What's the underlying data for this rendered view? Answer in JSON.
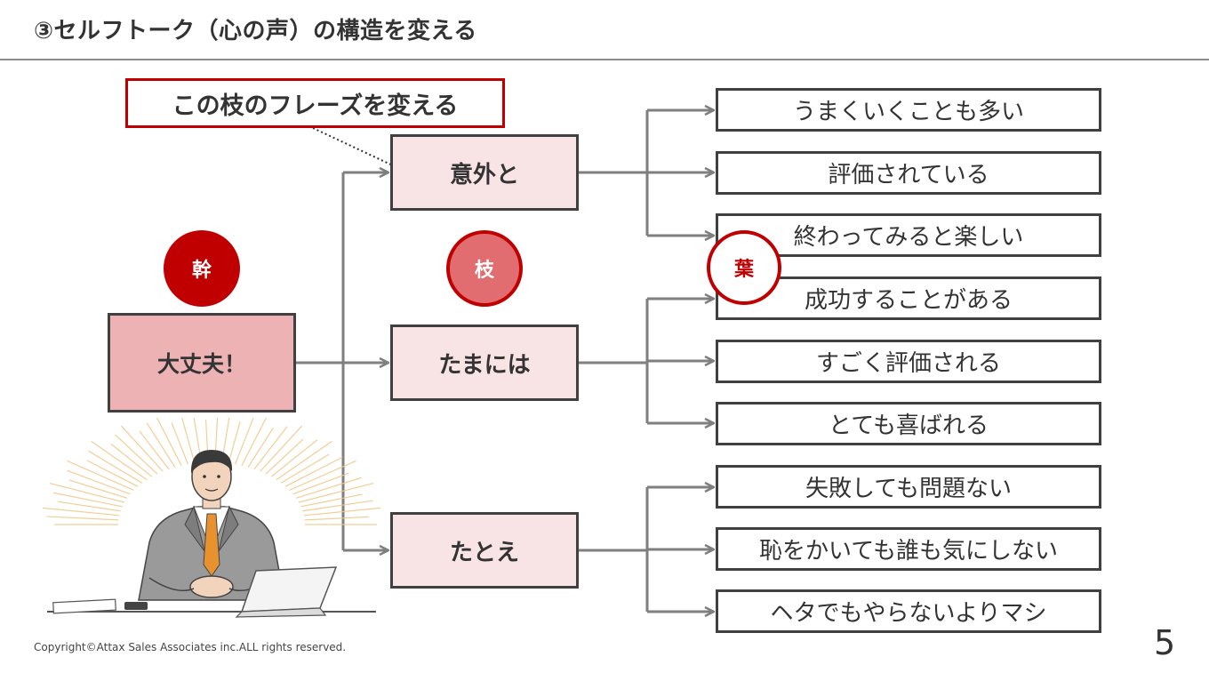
{
  "title": "③セルフトーク（心の声）の構造を変える",
  "callout": "この枝のフレーズを変える",
  "labels": {
    "trunk": "幹",
    "branch": "枝",
    "leaf": "葉"
  },
  "trunk": "大丈夫！",
  "branches": [
    {
      "label": "意外と",
      "leaves": [
        "うまくいくことも多い",
        "評価されている",
        "終わってみると楽しい"
      ]
    },
    {
      "label": "たまには",
      "leaves": [
        "成功することがある",
        "すごく評価される",
        "とても喜ばれる"
      ]
    },
    {
      "label": "たとえ",
      "leaves": [
        "失敗しても問題ない",
        "恥をかいても誰も気にしない",
        "ヘタでもやらないよりマシ"
      ]
    }
  ],
  "colors": {
    "accent": "#c00000",
    "trunk_fill": "#ecb2b4",
    "branch_fill": "#f9e4e5",
    "connector": "#7f7f7f",
    "border": "#404040"
  },
  "copyright": "Copyright©Attax Sales Associates inc.ALL rights reserved.",
  "page_number": "5"
}
